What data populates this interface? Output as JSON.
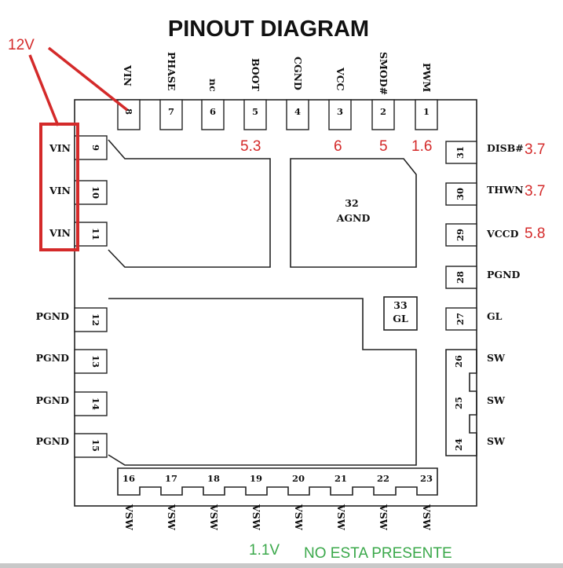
{
  "title": "PINOUT DIAGRAM",
  "top_pins": [
    {
      "num": "8",
      "label": "VIN"
    },
    {
      "num": "7",
      "label": "PHASE"
    },
    {
      "num": "6",
      "label": "nc"
    },
    {
      "num": "5",
      "label": "BOOT"
    },
    {
      "num": "4",
      "label": "CGND"
    },
    {
      "num": "3",
      "label": "VCC"
    },
    {
      "num": "2",
      "label": "SMOD#"
    },
    {
      "num": "1",
      "label": "PWM"
    }
  ],
  "left_pins": [
    {
      "num": "9",
      "label": "VIN"
    },
    {
      "num": "10",
      "label": "VIN"
    },
    {
      "num": "11",
      "label": "VIN"
    },
    {
      "num": "12",
      "label": "PGND"
    },
    {
      "num": "13",
      "label": "PGND"
    },
    {
      "num": "14",
      "label": "PGND"
    },
    {
      "num": "15",
      "label": "PGND"
    }
  ],
  "right_pins": [
    {
      "num": "31",
      "label": "DISB#"
    },
    {
      "num": "30",
      "label": "THWN"
    },
    {
      "num": "29",
      "label": "VCCD"
    },
    {
      "num": "28",
      "label": "PGND"
    },
    {
      "num": "27",
      "label": "GL"
    },
    {
      "num": "26",
      "label": "SW"
    },
    {
      "num": "25",
      "label": "SW"
    },
    {
      "num": "24",
      "label": "SW"
    }
  ],
  "bottom_pins": [
    {
      "num": "16",
      "label": "VSW"
    },
    {
      "num": "17",
      "label": "VSW"
    },
    {
      "num": "18",
      "label": "VSW"
    },
    {
      "num": "19",
      "label": "VSW"
    },
    {
      "num": "20",
      "label": "VSW"
    },
    {
      "num": "21",
      "label": "VSW"
    },
    {
      "num": "22",
      "label": "VSW"
    },
    {
      "num": "23",
      "label": "VSW"
    }
  ],
  "pad_agnd": {
    "num": "32",
    "label": "AGND"
  },
  "pad_gl": {
    "num": "33",
    "label": "GL"
  },
  "annotations": {
    "vin_voltage": "12V",
    "boot_voltage": "5.3",
    "vcc_voltage": "6",
    "smod_voltage": "5",
    "pwm_voltage": "1.6",
    "disb_voltage": "3.7",
    "thwn_voltage": "3.7",
    "vccd_voltage": "5.8",
    "vsw_voltage": "1.1V",
    "not_present_note": "NO ESTA PRESENTE"
  },
  "colors": {
    "annotation_red": "#d42a2a",
    "annotation_green": "#3aa84a",
    "outline": "#222222"
  }
}
